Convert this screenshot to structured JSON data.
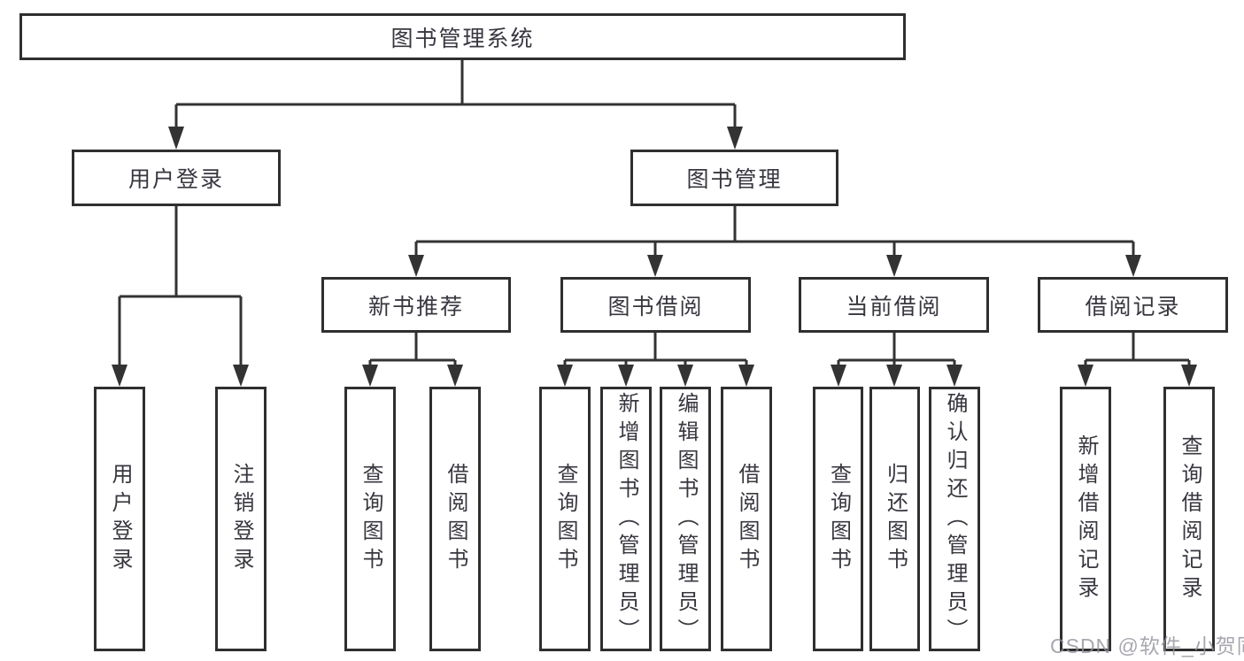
{
  "diagram_type": "functional-structure-tree",
  "colors": {
    "line": "#333333",
    "box_border": "#2f2f2f",
    "box_fill": "#ffffff",
    "text": "#37373f",
    "background": "#ffffff",
    "watermark": "#9a9aa2"
  },
  "watermark": {
    "text": "CSDN @软件_小贺同学"
  },
  "tree": {
    "label": "图书管理系统",
    "children": [
      {
        "label": "用户登录",
        "children": [
          {
            "label": "用户登录"
          },
          {
            "label": "注销登录"
          }
        ]
      },
      {
        "label": "图书管理",
        "children": [
          {
            "label": "新书推荐",
            "children": [
              {
                "label": "查询图书"
              },
              {
                "label": "借阅图书"
              }
            ]
          },
          {
            "label": "图书借阅",
            "children": [
              {
                "label": "查询图书"
              },
              {
                "label": "新增图书（管理员）"
              },
              {
                "label": "编辑图书（管理员）"
              },
              {
                "label": "借阅图书"
              }
            ]
          },
          {
            "label": "当前借阅",
            "children": [
              {
                "label": "查询图书"
              },
              {
                "label": "归还图书"
              },
              {
                "label": "确认归还（管理员）"
              }
            ]
          },
          {
            "label": "借阅记录",
            "children": [
              {
                "label": "新增借阅记录"
              },
              {
                "label": "查询借阅记录"
              }
            ]
          }
        ]
      }
    ]
  }
}
